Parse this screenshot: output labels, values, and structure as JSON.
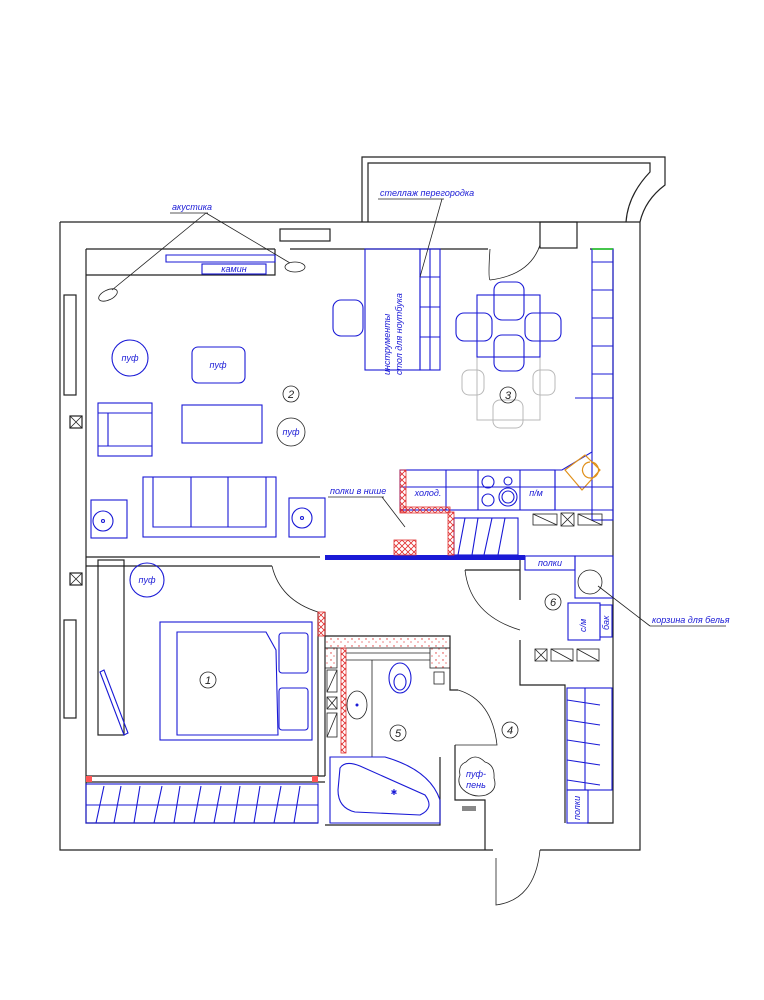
{
  "plan": {
    "rooms": [
      {
        "number": "1",
        "name": "bedroom"
      },
      {
        "number": "2",
        "name": "living-room"
      },
      {
        "number": "3",
        "name": "kitchen-dining"
      },
      {
        "number": "4",
        "name": "hallway"
      },
      {
        "number": "5",
        "name": "bathroom"
      },
      {
        "number": "6",
        "name": "utility-closet"
      }
    ],
    "labels": {
      "acoustics": "акустика",
      "shelf_partition": "стеллаж перегородка",
      "fireplace": "камин",
      "tools": "инструменты",
      "laptop_desk": "стол для ноутбука",
      "pouf": "пуф",
      "shelves_in_niche": "полки в нише",
      "fridge": "холод.",
      "dishwasher": "п/м",
      "shelves": "полки",
      "washing_machine": "с/м",
      "boiler": "бак",
      "laundry_basket": "корзина для белья",
      "pouf_stump_1": "пуф-",
      "pouf_stump_2": "пень"
    },
    "colors": {
      "furniture": "#1a1ad6",
      "walls": "#222222",
      "sink": "#e0901a",
      "hatch": "#e03030"
    }
  }
}
